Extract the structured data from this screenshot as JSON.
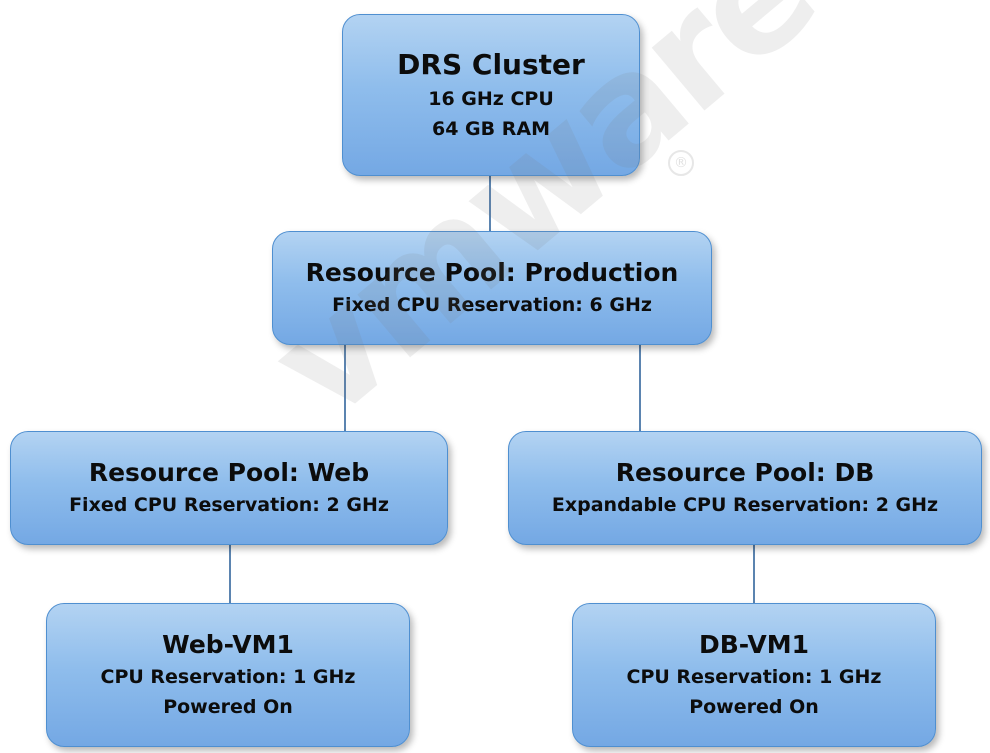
{
  "nodes": {
    "cluster": {
      "title": "DRS Cluster",
      "lines": [
        "16 GHz CPU",
        "64 GB RAM"
      ]
    },
    "production": {
      "title": "Resource Pool:  Production",
      "lines": [
        "Fixed CPU Reservation:  6 GHz"
      ]
    },
    "web": {
      "title": "Resource Pool:  Web",
      "lines": [
        "Fixed CPU Reservation:  2 GHz"
      ]
    },
    "db": {
      "title": "Resource Pool:  DB",
      "lines": [
        "Expandable CPU Reservation:  2 GHz"
      ]
    },
    "web_vm": {
      "title": "Web-VM1",
      "lines": [
        "CPU Reservation:  1 GHz",
        "Powered On"
      ]
    },
    "db_vm": {
      "title": "DB-VM1",
      "lines": [
        "CPU Reservation:  1 GHz",
        "Powered On"
      ]
    }
  },
  "edges": [
    [
      "cluster",
      "production"
    ],
    [
      "production",
      "web"
    ],
    [
      "production",
      "db"
    ],
    [
      "web",
      "web_vm"
    ],
    [
      "db",
      "db_vm"
    ]
  ],
  "watermark": {
    "text": "vmware",
    "mark": "®"
  },
  "colors": {
    "box_top": "#b3d3f2",
    "box_bottom": "#74a8e4",
    "box_border": "#4f8fd0",
    "connector": "#5b84b0"
  }
}
